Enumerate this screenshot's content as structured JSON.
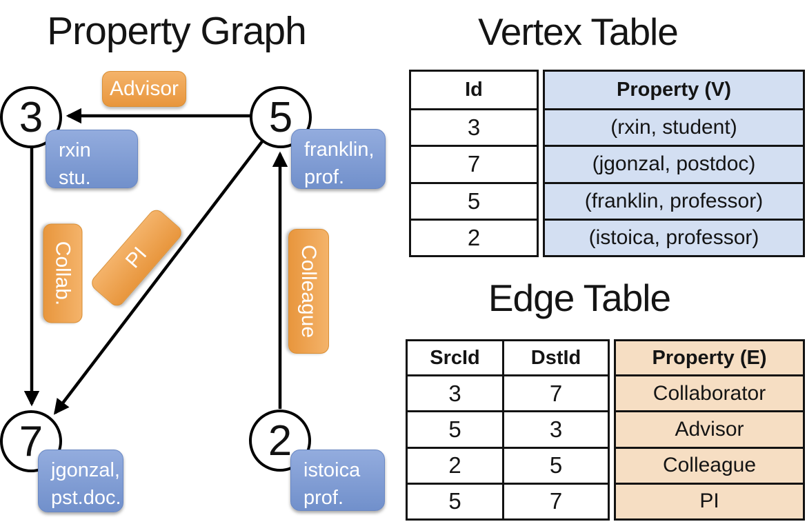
{
  "graph": {
    "title": "Property Graph",
    "nodes": [
      {
        "id": "3"
      },
      {
        "id": "5"
      },
      {
        "id": "7"
      },
      {
        "id": "2"
      }
    ],
    "edge_labels": {
      "advisor": "Advisor",
      "collab": "Collab.",
      "pi": "PI",
      "colleague": "Colleague"
    },
    "vertex_properties": {
      "rxin": {
        "line1": "rxin",
        "line2": "stu."
      },
      "franklin": {
        "line1": "franklin,",
        "line2": "prof."
      },
      "jgonzal": {
        "line1": "jgonzal,",
        "line2": "pst.doc."
      },
      "istoica": {
        "line1": "istoica",
        "line2": "prof."
      }
    }
  },
  "vertex_table": {
    "title": "Vertex Table",
    "columns": {
      "id": "Id",
      "property": "Property (V)"
    },
    "rows": [
      {
        "id": "3",
        "property": "(rxin, student)"
      },
      {
        "id": "7",
        "property": "(jgonzal, postdoc)"
      },
      {
        "id": "5",
        "property": "(franklin, professor)"
      },
      {
        "id": "2",
        "property": "(istoica, professor)"
      }
    ]
  },
  "edge_table": {
    "title": "Edge Table",
    "columns": {
      "src": "SrcId",
      "dst": "DstId",
      "property": "Property (E)"
    },
    "rows": [
      {
        "src": "3",
        "dst": "7",
        "property": "Collaborator"
      },
      {
        "src": "5",
        "dst": "3",
        "property": "Advisor"
      },
      {
        "src": "2",
        "dst": "5",
        "property": "Colleague"
      },
      {
        "src": "5",
        "dst": "7",
        "property": "PI"
      }
    ]
  },
  "colors": {
    "edge_label_fill_top": "#F4B36A",
    "edge_label_fill_bottom": "#E8963D",
    "vertex_label_fill_top": "#93ACDE",
    "vertex_label_fill_bottom": "#7190CB",
    "vertex_table_property_fill": "#D3DFF2",
    "edge_table_property_fill": "#F6DEC3",
    "edge_line": "#000000"
  }
}
